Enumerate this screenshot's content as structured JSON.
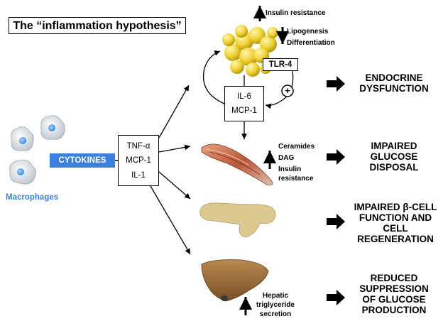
{
  "title": "The “inflammation hypothesis”",
  "macrophages_label": "Macrophages",
  "cytokines_label": "CYTOKINES",
  "mediators": [
    "TNF-α",
    "MCP-1",
    "IL-1"
  ],
  "adipose": {
    "insulin_resistance": "Insulin resistance",
    "lipogenesis": "Lipogenesis",
    "differentiation": "Differentiation",
    "tlr4": "TLR-4",
    "plus": "+",
    "il6": "IL-6",
    "mcp1": "MCP-1"
  },
  "muscle_effects": [
    "Ceramides",
    "DAG",
    "Insulin",
    "resistance"
  ],
  "liver_effects": [
    "Hepatic",
    "triglyceride",
    "secretion"
  ],
  "outcomes": {
    "endocrine": [
      "ENDOCRINE",
      "DYSFUNCTION"
    ],
    "glucose": [
      "IMPAIRED",
      "GLUCOSE",
      "DISPOSAL"
    ],
    "beta_cell": [
      "IMPAIRED β-CELL",
      "FUNCTION AND",
      "CELL",
      "REGENERATION"
    ],
    "production": [
      "REDUCED",
      "SUPPRESSION",
      "OF GLUCOSE",
      "PRODUCTION"
    ]
  },
  "colors": {
    "cytokine_blue": "#3b7fe0",
    "fat_yellow": "#f5d84a",
    "muscle": "#c46a4a",
    "pancreas": "#d9c58a",
    "liver": "#9a6a3a"
  }
}
